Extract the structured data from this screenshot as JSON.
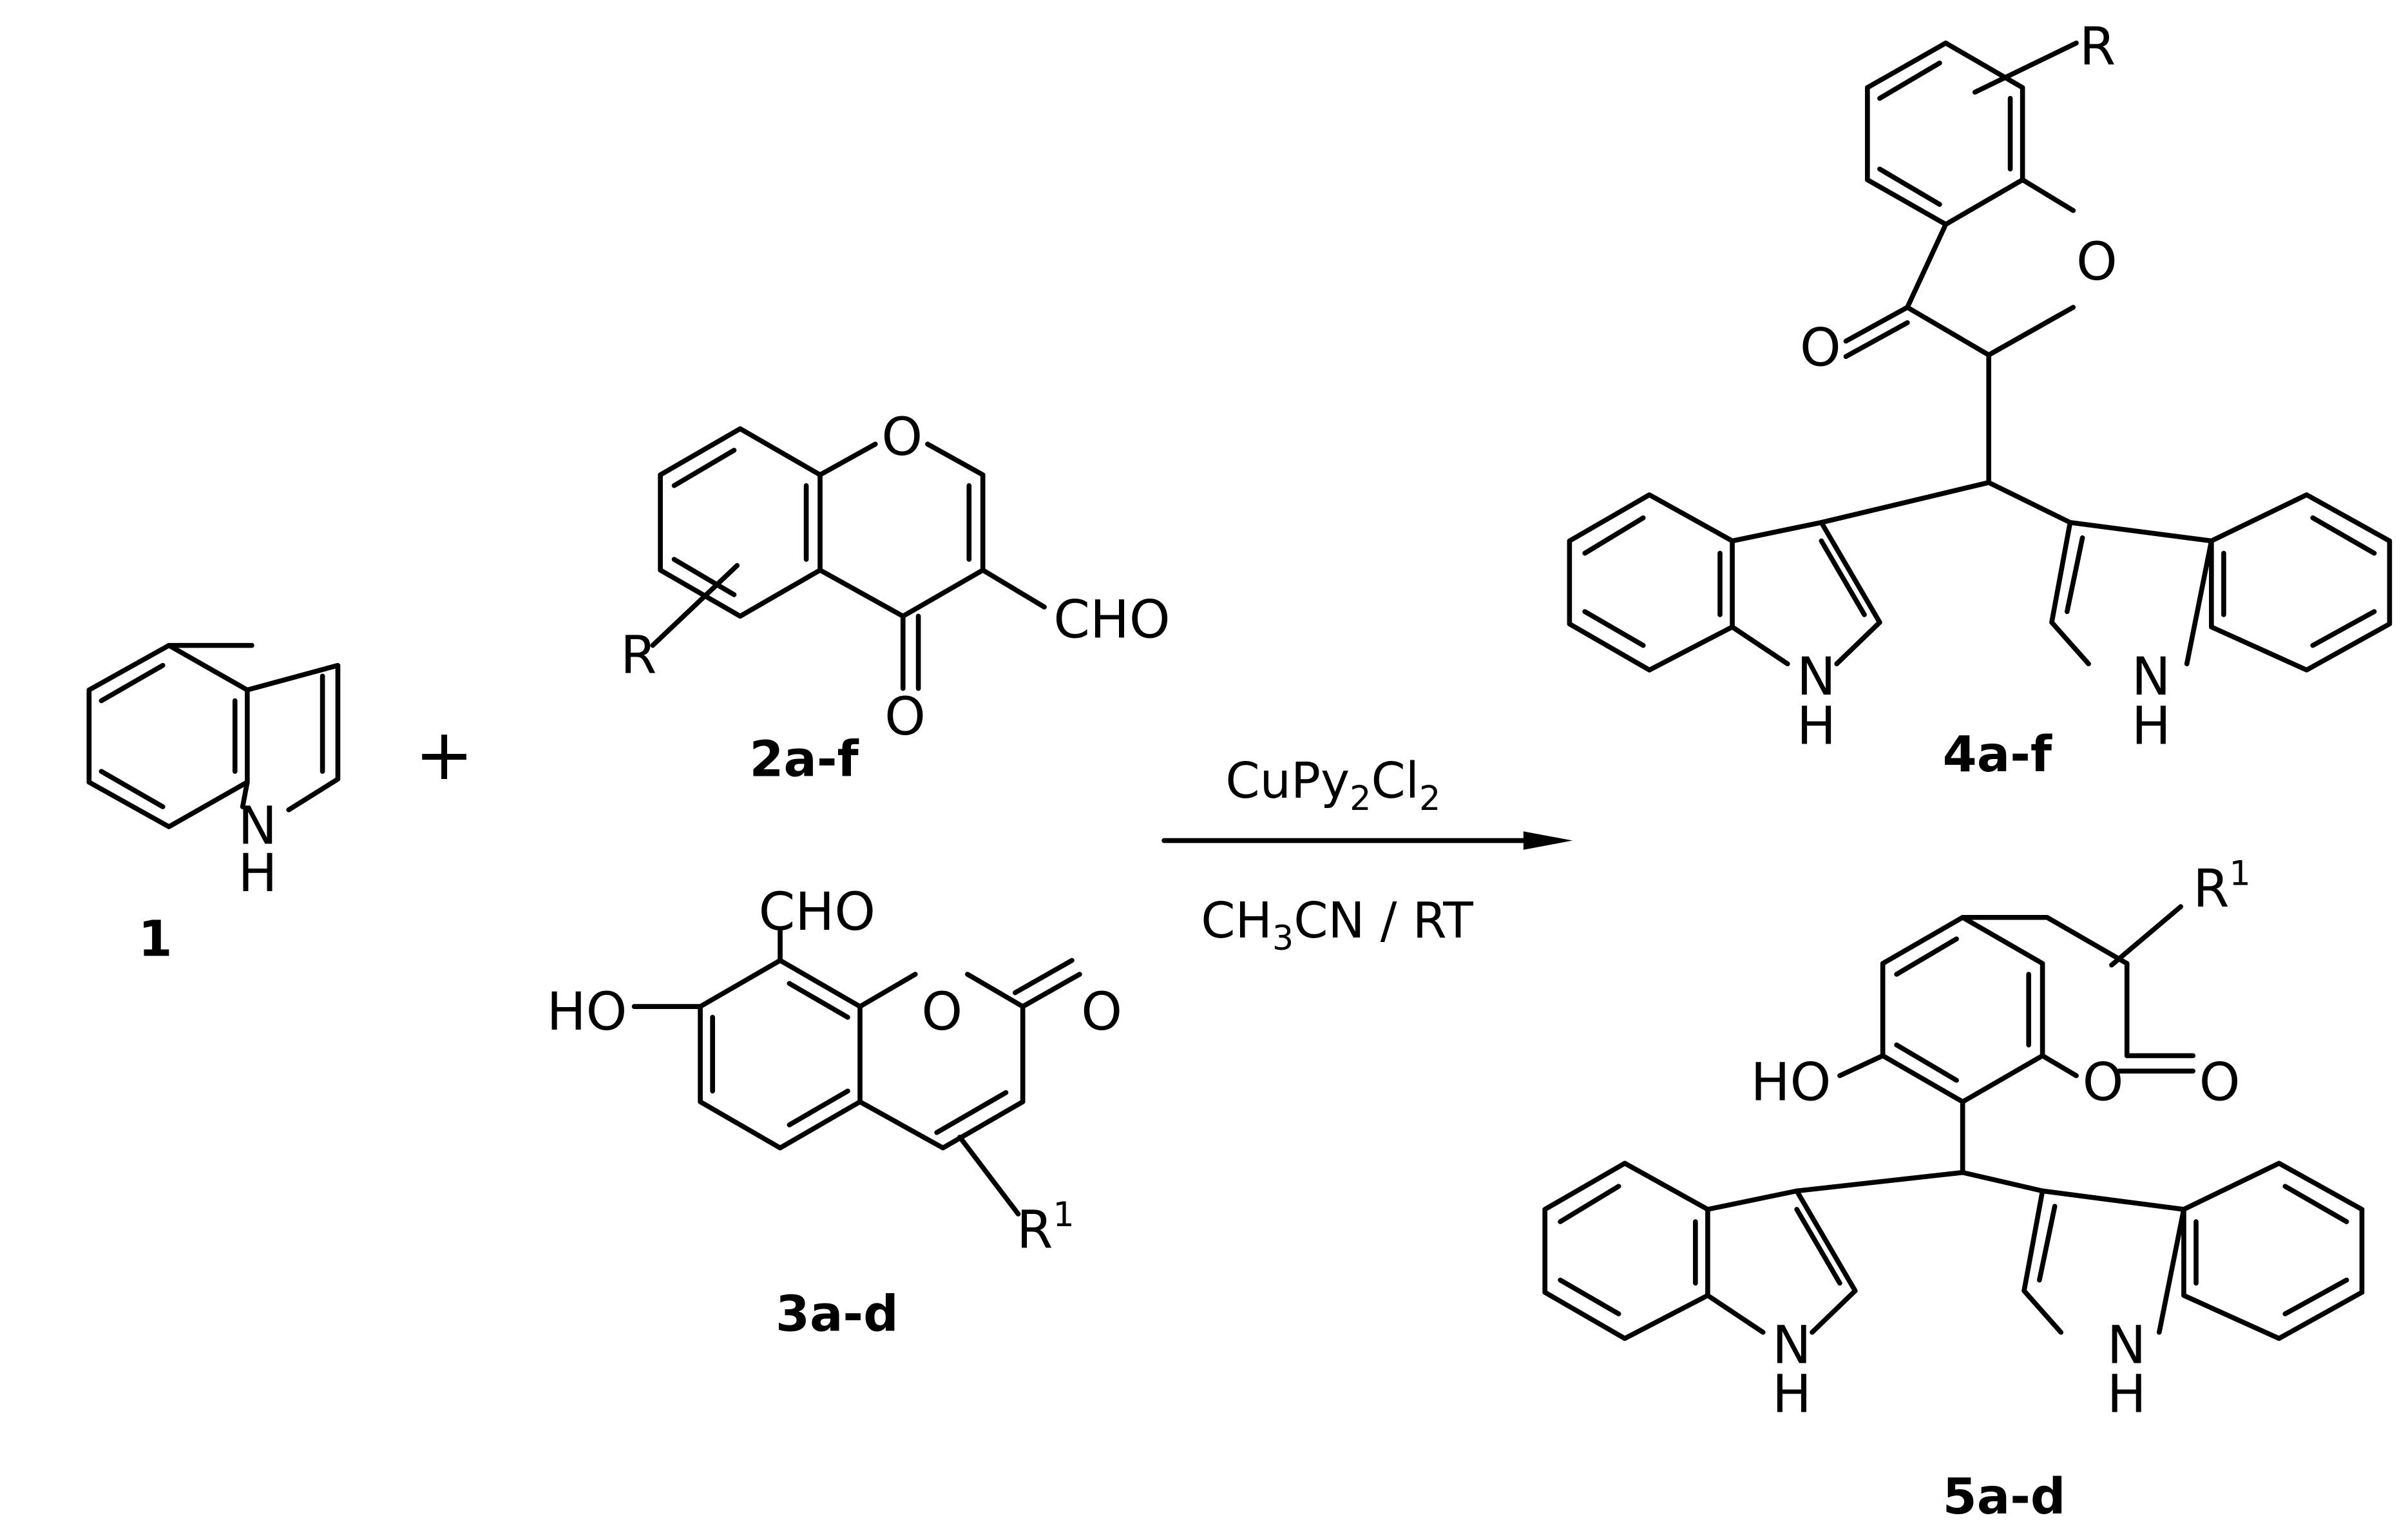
{
  "compounds": {
    "c1": {
      "label": "1",
      "atoms": {
        "n": "N",
        "h": "H"
      }
    },
    "c2": {
      "label": "2a-f",
      "atoms": {
        "o_ring": "O",
        "o_keto": "O",
        "cho": "CHO",
        "r": "R"
      }
    },
    "c3": {
      "label": "3a-d",
      "atoms": {
        "cho": "CHO",
        "ho": "HO",
        "o_ring": "O",
        "o_keto": "O",
        "r1_base": "R",
        "r1_sup": "1"
      }
    },
    "c4": {
      "label": "4a-f",
      "atoms": {
        "r": "R",
        "o_ring": "O",
        "o_keto": "O",
        "n_left": "N",
        "h_left": "H",
        "n_right": "N",
        "h_right": "H"
      }
    },
    "c5": {
      "label": "5a-d",
      "atoms": {
        "r1_base": "R",
        "r1_sup": "1",
        "ho": "HO",
        "o_ring": "O",
        "o_keto": "O",
        "n_left": "N",
        "h_left": "H",
        "n_right": "N",
        "h_right": "H"
      }
    }
  },
  "plus_sign": "+",
  "reaction": {
    "reagent": {
      "a": "CuPy",
      "a_sub": "2",
      "b": "Cl",
      "b_sub": "2"
    },
    "solvent": {
      "a": "CH",
      "a_sub": "3",
      "b": "CN / RT"
    }
  }
}
